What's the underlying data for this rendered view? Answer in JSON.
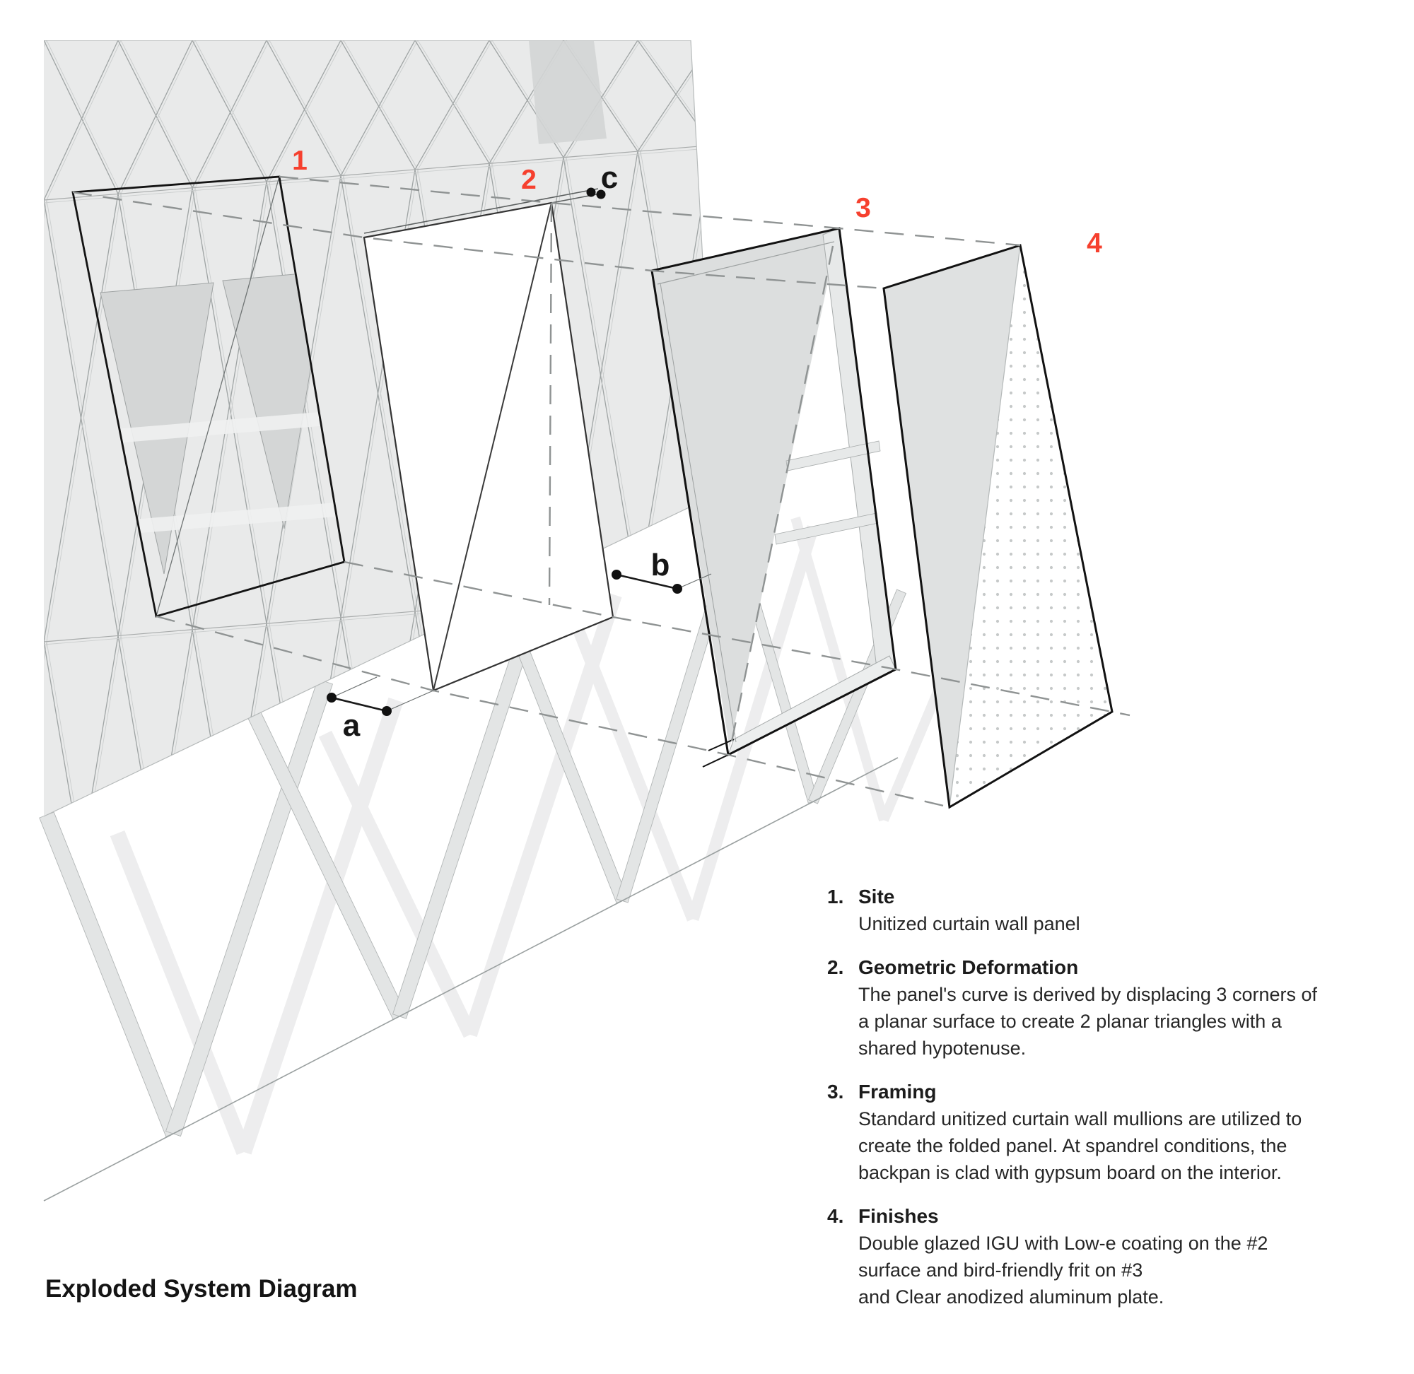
{
  "page": {
    "title_label": "Exploded System Diagram"
  },
  "colors": {
    "accent_red": "#f6402e",
    "facade_fill": "#e9eaea",
    "dark_facet": "#d3d5d5",
    "panel_gray": "#dcdede",
    "frit_dot": "#c6c9c9",
    "dash_gray": "#8f9393"
  },
  "diagram": {
    "step_markers": [
      {
        "label": "1"
      },
      {
        "label": "2"
      },
      {
        "label": "3"
      },
      {
        "label": "4"
      }
    ],
    "dim_markers": [
      {
        "label": "a"
      },
      {
        "label": "b"
      },
      {
        "label": "c"
      }
    ]
  },
  "legend": {
    "items": [
      {
        "num": "1.",
        "title": "Site",
        "body": "Unitized curtain wall panel"
      },
      {
        "num": "2.",
        "title": "Geometric Deformation",
        "body": "The panel's curve is derived by displacing 3 corners of\na planar surface to create 2 planar triangles with a\nshared hypotenuse."
      },
      {
        "num": "3.",
        "title": "Framing",
        "body": "Standard unitized curtain wall mullions are utilized to\ncreate the folded panel. At spandrel conditions, the\nbackpan is clad with gypsum board on the interior."
      },
      {
        "num": "4.",
        "title": "Finishes",
        "body": "Double glazed IGU with Low-e coating on the #2\nsurface and bird-friendly frit on #3\nand Clear anodized aluminum plate."
      }
    ]
  }
}
